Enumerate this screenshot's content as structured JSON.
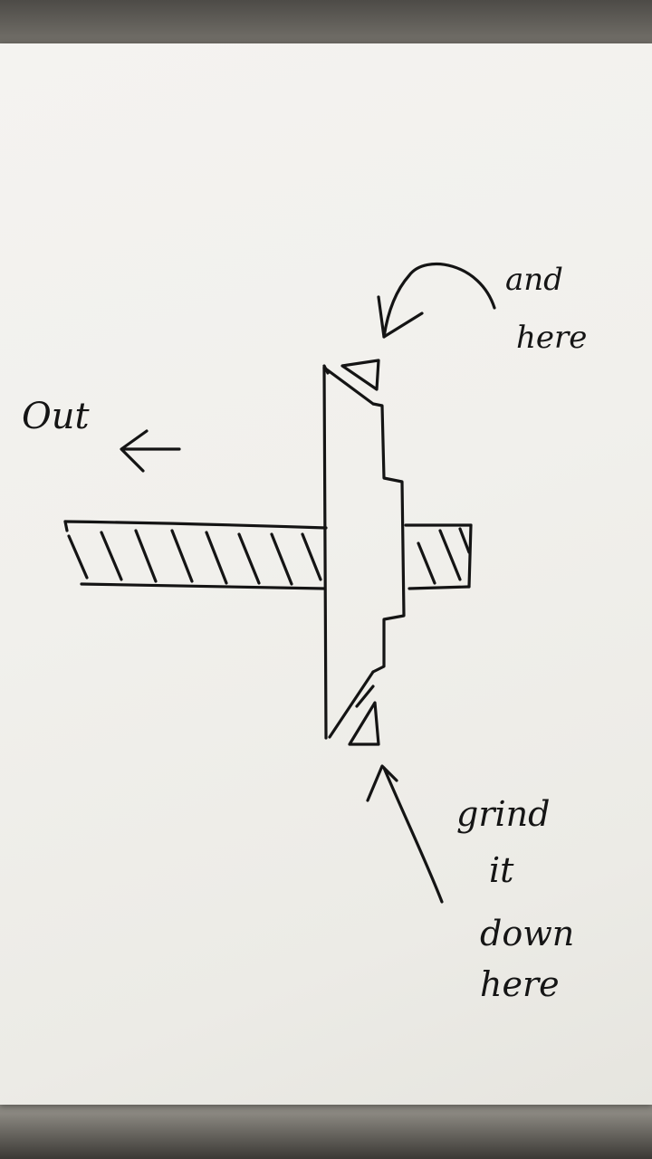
{
  "annotations": {
    "out": "Out",
    "and": "and",
    "here_top": "here",
    "grind": "grind",
    "it": "it",
    "down": "down",
    "here_bottom": "here"
  }
}
